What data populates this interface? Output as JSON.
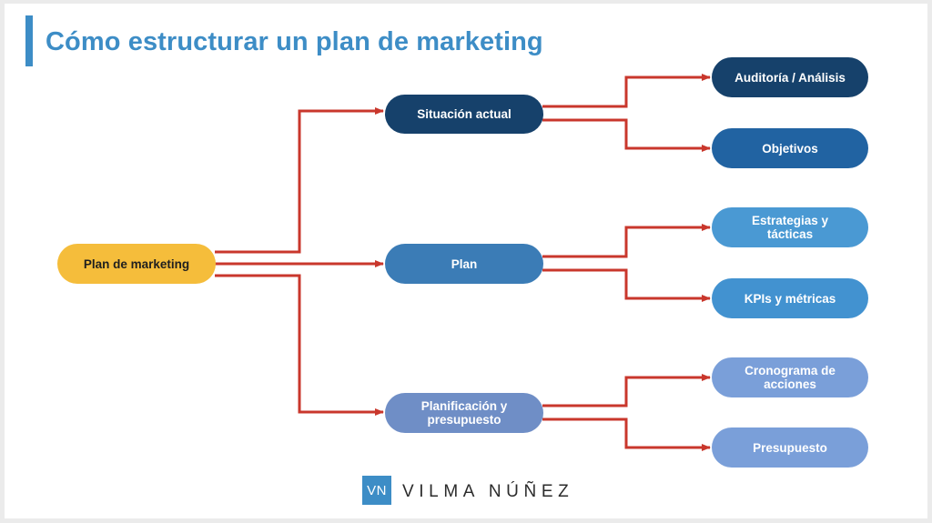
{
  "title": "Cómo estructurar un plan de marketing",
  "root": {
    "label": "Plan de marketing",
    "color": "#f5bd3b"
  },
  "branches": [
    {
      "label": "Situación actual",
      "color": "#16416b",
      "children": [
        {
          "label": "Auditoría / Análisis",
          "color": "#16416b"
        },
        {
          "label": "Objetivos",
          "color": "#2163a2"
        }
      ]
    },
    {
      "label": "Plan",
      "color": "#3b7cb6",
      "children": [
        {
          "label": "Estrategias y tácticas",
          "color": "#4a99d3"
        },
        {
          "label": "KPIs y métricas",
          "color": "#4292d0"
        }
      ]
    },
    {
      "label": "Planificación y presupuesto",
      "color": "#6f8ec6",
      "children": [
        {
          "label": "Cronograma de acciones",
          "color": "#7a9fd9"
        },
        {
          "label": "Presupuesto",
          "color": "#7a9fd9"
        }
      ]
    }
  ],
  "arrow_color": "#c9372c",
  "accent_color": "#3d8dc6",
  "brand": {
    "mark": "VN",
    "name": "VILMA NÚÑEZ"
  }
}
